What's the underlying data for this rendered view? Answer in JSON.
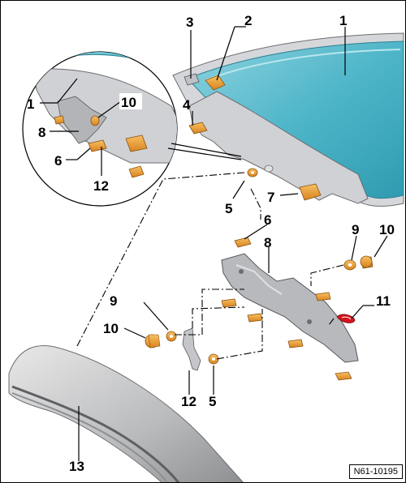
{
  "labels": {
    "l1_top": "1",
    "l2": "2",
    "l3": "3",
    "l4": "4",
    "l10_detail": "10",
    "l1_detail": "1",
    "l8_detail": "8",
    "l6_detail": "6",
    "l12_detail": "12",
    "l5_top": "5",
    "l7": "7",
    "l6": "6",
    "l8": "8",
    "l9_right": "9",
    "l10_right": "10",
    "l11": "11",
    "l9_left": "9",
    "l10_left": "10",
    "l12": "12",
    "l5_bottom": "5",
    "l13": "13"
  },
  "reference": "N61-10195",
  "colors": {
    "glass": "#4fb6c9",
    "glass_light": "#8fd3df",
    "frame": "#c7c9cc",
    "orange": "#f2a03d",
    "red": "#d4141c"
  }
}
